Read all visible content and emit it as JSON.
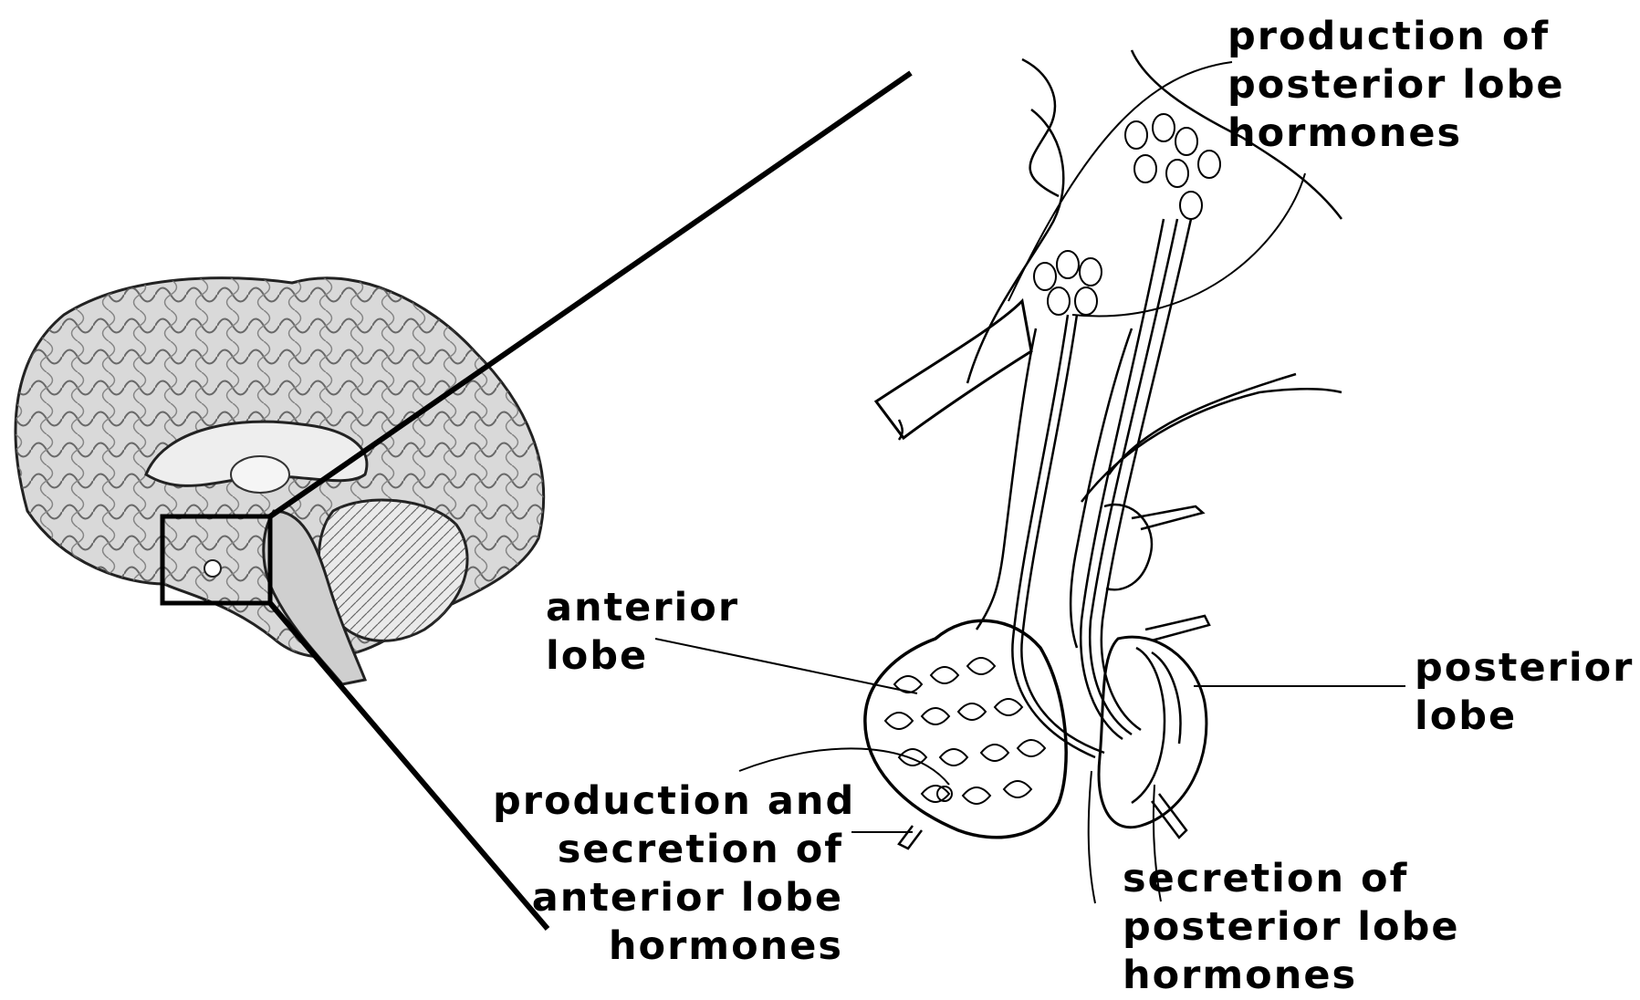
{
  "labels": {
    "production_posterior": "production of\nposterior lobe\nhormones",
    "anterior_lobe": "anterior\nlobe",
    "posterior_lobe": "posterior\nlobe",
    "production_secretion_anterior": "production and\nsecretion of\nanterior lobe\nhormones",
    "secretion_posterior": "secretion of\nposterior lobe\nhormones"
  },
  "colors": {
    "ink": "#000000",
    "brain_fill": "#d9d9d9",
    "background": "#ffffff"
  }
}
